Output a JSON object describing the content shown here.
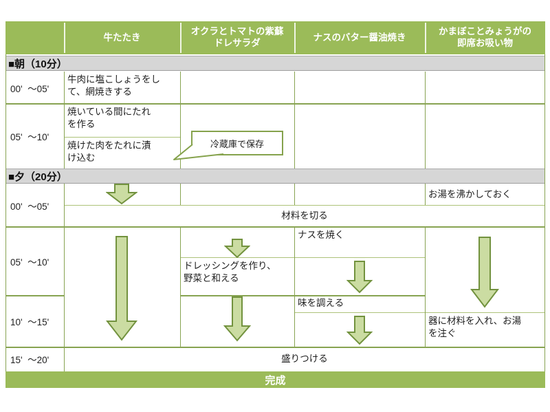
{
  "colors": {
    "header_green": "#9BBB59",
    "grid_green": "#87A351",
    "grid_light_green": "#ADC279",
    "section_gray": "#D6D6D6",
    "arrow_fill": "#CBDCA2",
    "arrow_stroke": "#72923E"
  },
  "header": {
    "dish1": "牛たたき",
    "dish2": "オクラとトマトの紫蘇\nドレサラダ",
    "dish3": "ナスのバター醤油焼き",
    "dish4": "かまぼことみょうがの\n即席お吸い物"
  },
  "sections": {
    "morning_label": "■朝（10分）",
    "evening_label": "■夕（20分）"
  },
  "morning": {
    "times": [
      "00'  ～05'",
      "05'  ～10'"
    ],
    "beef_step1": "牛肉に塩こしょうをし\nて、網焼きする",
    "beef_step2": "焼いている間にたれ\nを作る",
    "beef_step3": "焼けた肉をたれに漬\nけ込む",
    "callout": "冷蔵庫で保存"
  },
  "evening": {
    "times": [
      "00'  ～05'",
      "05'  ～10'",
      "10'  ～15'",
      "15'  ～20'"
    ],
    "soup_step1": "お湯を沸かしておく",
    "all_step1": "材料を切る",
    "eggplant_step1": "ナスを焼く",
    "salad_step1": "ドレッシングを作り、\n野菜と和える",
    "eggplant_step2": "味を調える",
    "soup_step2": "器に材料を入れ、お湯\nを注ぐ",
    "all_step2": "盛りつける"
  },
  "footer": {
    "complete_label": "完成"
  }
}
